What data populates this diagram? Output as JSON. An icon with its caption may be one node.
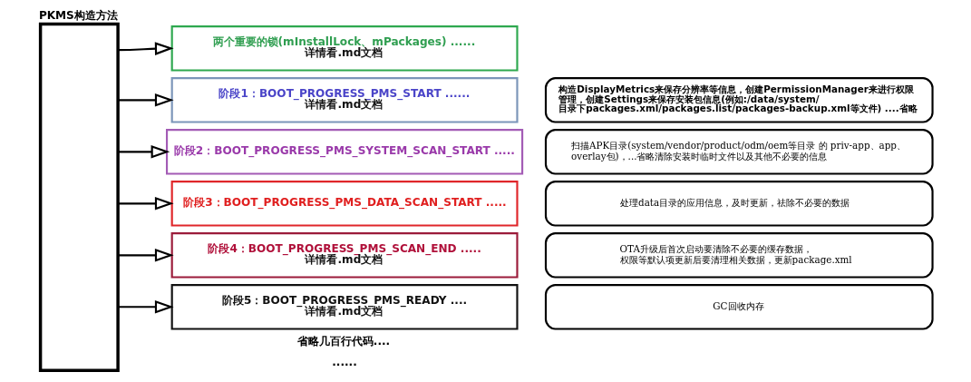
{
  "diagram": {
    "nodes": [
      {
        "text": [
          "PKMS构造方法"
        ]
      },
      {
        "text": [
          "两个重要的锁(mInstallLock、mPackages) ......",
          "详情看.md文档"
        ]
      },
      {
        "text": [
          "阶段1：BOOT_PROGRESS_PMS_START ......",
          "详情看.md文档"
        ]
      },
      {
        "text": [
          "构造DisplayMetrics来保存分辨率等信息，创建PermissionManager来进行权限管理，创建Settings来保存安装包信息(例如:/data/system/目录下packages.xml/packages.list/packages-backup.xml等文件) ....省略"
        ]
      },
      {
        "text": [
          "阶段2：BOOT_PROGRESS_PMS_SYSTEM_SCAN_START ....."
        ]
      },
      {
        "text": [
          "扫描APK目录(system/vendor/product/odm/oem等目录 的 priv-app、app、overlay包)，...省略清除安装时临时文件以及其他不必要的信息"
        ]
      },
      {
        "text": [
          "阶段3：BOOT_PROGRESS_PMS_DATA_SCAN_START ....."
        ]
      },
      {
        "text": [
          "处理data目录的应用信息，及时更新，祛除不必要的数据"
        ]
      },
      {
        "text": [
          "阶段4：BOOT_PROGRESS_PMS_SCAN_END .....",
          "详情看.md文档"
        ]
      },
      {
        "text": [
          "OTA升级后首次启动要清除不必要的缓存数据，权限等默认项更新后要清理相关数据，更新package.xml"
        ]
      },
      {
        "text": [
          "阶段5：BOOT_PROGRESS_PMS_READY ....",
          "详情看.md文档"
        ]
      },
      {
        "text": [
          "GC回收内存"
        ]
      }
    ],
    "edges": [
      {
        "from": 0,
        "to": 1,
        "arrow": "to"
      },
      {
        "from": 0,
        "to": 2,
        "arrow": "to"
      },
      {
        "from": 0,
        "to": 4,
        "arrow": "to"
      },
      {
        "from": 0,
        "to": 6,
        "arrow": "to"
      },
      {
        "from": 0,
        "to": 8,
        "arrow": "to"
      },
      {
        "from": 0,
        "to": 10,
        "arrow": "to"
      }
    ],
    "labels": [
      "省略几百行代码....",
      "......"
    ]
  }
}
